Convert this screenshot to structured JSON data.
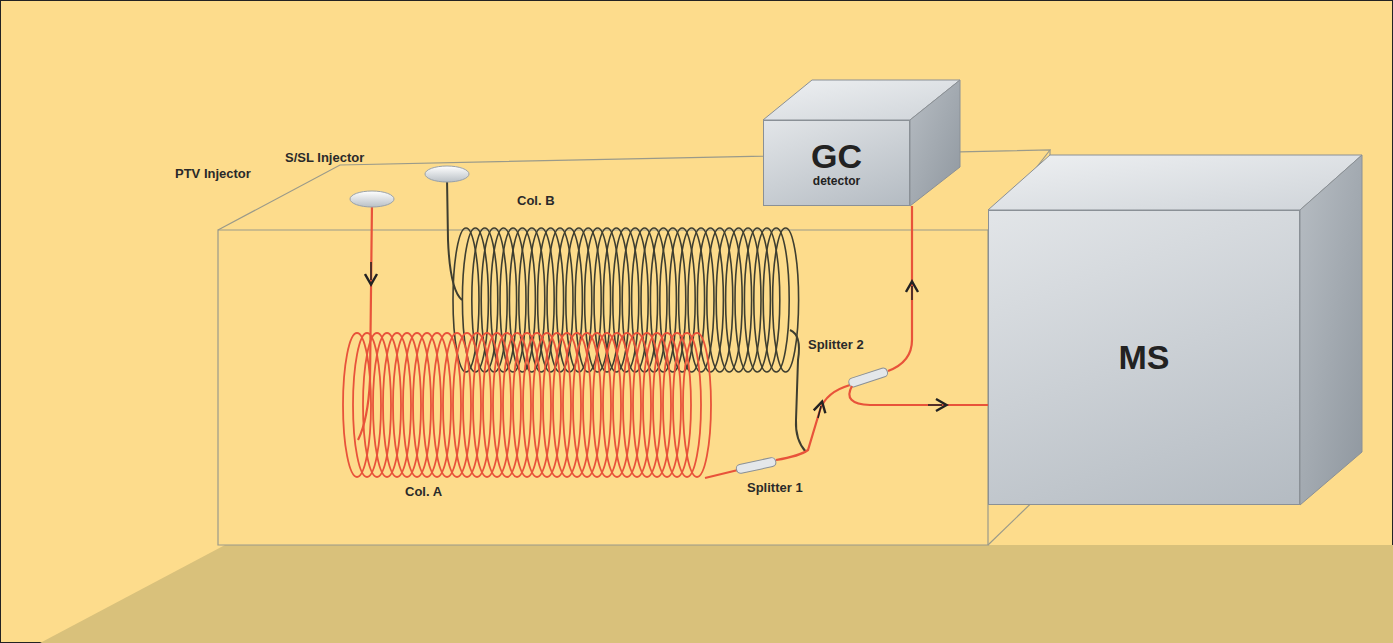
{
  "diagram": {
    "nodes": [
      {
        "text": [
          "GC",
          "detector"
        ]
      },
      {
        "text": [
          "MS"
        ]
      }
    ],
    "labels": [
      "S/SL Injector",
      "PTV Injector",
      "Col. B",
      "Col. A",
      "Splitter 2",
      "Splitter 1"
    ]
  }
}
